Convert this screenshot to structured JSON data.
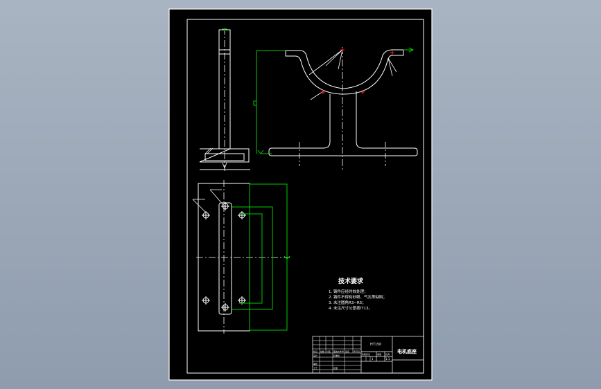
{
  "colors": {
    "background": "#98a4b4",
    "sheet": "#000000",
    "sheet_border": "#ffffff",
    "drawing_lines": "#ffffff",
    "dimension_lines": "#00cc00",
    "center_marks": "#ff2020"
  },
  "technical_requirements": {
    "heading": "技术要求",
    "items": [
      "1. 铸件应经时效处理；",
      "2. 铸件不得有砂眼、气孔等缺陷；",
      "3. 未注圆角R3~R5；",
      "4. 未注尺寸公差按IT13。"
    ]
  },
  "title_block": {
    "drawing_name": "电机底座",
    "material": "HT150",
    "scale": "1:1",
    "sheet": "1",
    "labels": [
      "标记",
      "处数",
      "分区",
      "更改文件号",
      "签名",
      "年月日",
      "设计",
      "标准化",
      "审核",
      "工艺",
      "批准",
      "阶段标记",
      "重量",
      "比例"
    ]
  }
}
